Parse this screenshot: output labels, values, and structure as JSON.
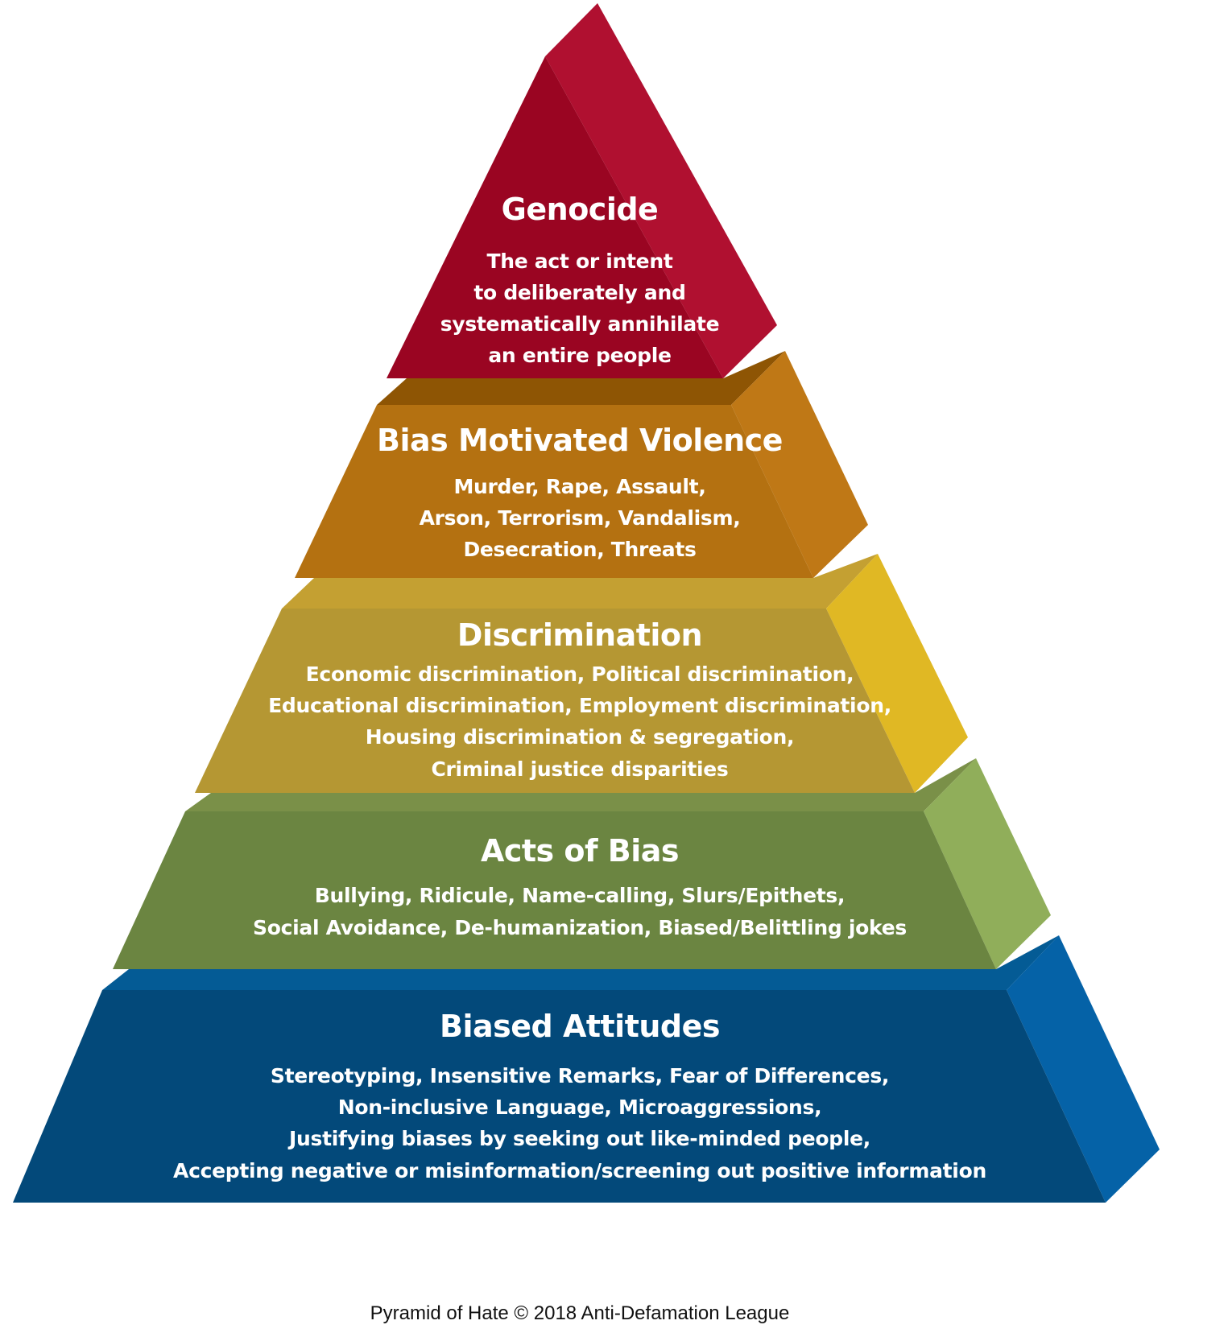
{
  "levels": [
    {
      "id": "genocide",
      "title": "Genocide",
      "lines": [
        "The act or intent",
        "to deliberately and",
        "systematically annihilate",
        "an entire people"
      ],
      "colors": {
        "front": "#9a0522",
        "side": "#b01030"
      }
    },
    {
      "id": "bias-motivated-violence",
      "title": "Bias Motivated Violence",
      "lines": [
        "Murder, Rape, Assault,",
        "Arson, Terrorism, Vandalism,",
        "Desecration, Threats"
      ],
      "colors": {
        "front": "#b47111",
        "side": "#bf7816",
        "top": "#8e5504"
      }
    },
    {
      "id": "discrimination",
      "title": "Discrimination",
      "lines": [
        "Economic discrimination, Political discrimination,",
        "Educational discrimination, Employment discrimination,",
        "Housing discrimination & segregation,",
        "Criminal justice disparities"
      ],
      "colors": {
        "front": "#b59733",
        "side": "#e0b824",
        "top": "#c4a032"
      }
    },
    {
      "id": "acts-of-bias",
      "title": "Acts of Bias",
      "lines": [
        "Bullying, Ridicule, Name-calling, Slurs/Epithets,",
        "Social Avoidance, De-humanization, Biased/Belittling jokes"
      ],
      "colors": {
        "front": "#6b8541",
        "side": "#90ae5a",
        "top": "#7a9048"
      }
    },
    {
      "id": "biased-attitudes",
      "title": "Biased Attitudes",
      "lines": [
        "Stereotyping, Insensitive Remarks, Fear of Differences,",
        "Non-inclusive Language, Microaggressions,",
        "Justifying biases by seeking out like-minded people,",
        "Accepting negative or misinformation/screening out positive information"
      ],
      "colors": {
        "front": "#03497a",
        "side": "#0562a7",
        "top": "#045b95"
      }
    }
  ],
  "caption": "Pyramid of Hate © 2018 Anti-Defamation League"
}
